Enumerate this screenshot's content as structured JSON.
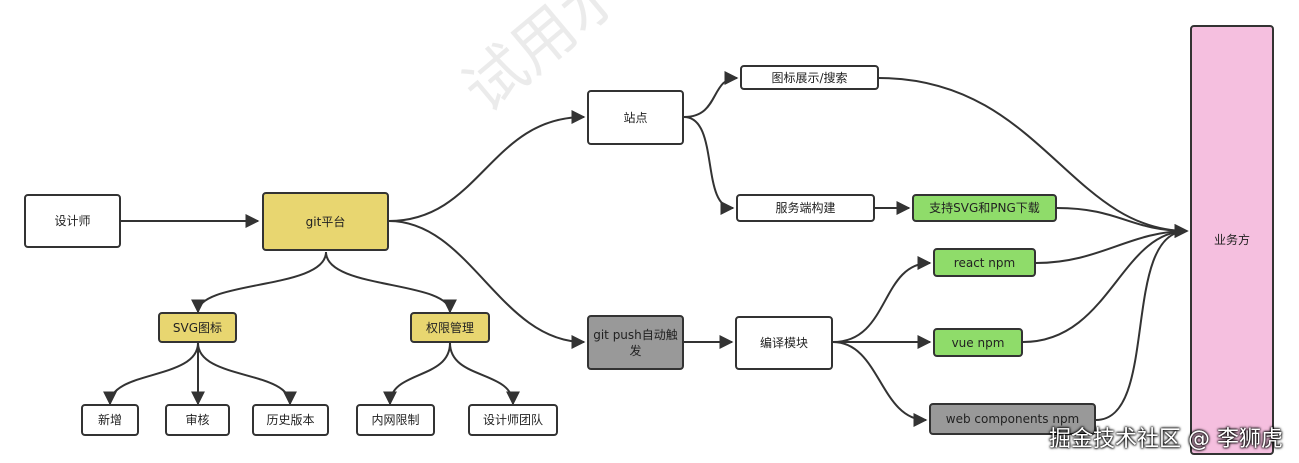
{
  "nodes": {
    "designer": "设计师",
    "git_platform": "git平台",
    "svg_icons": "SVG图标",
    "permissions": "权限管理",
    "add": "新增",
    "review": "审核",
    "history": "历史版本",
    "intranet": "内网限制",
    "designer_team": "设计师团队",
    "site": "站点",
    "icon_display": "图标展示/搜索",
    "server_build": "服务端构建",
    "svg_png_download": "支持SVG和PNG下载",
    "git_push": "git push自动触发",
    "compile": "编译模块",
    "react_npm": "react npm",
    "vue_npm": "vue npm",
    "web_components": "web components npm",
    "business": "业务方"
  },
  "watermark": "试用水印",
  "footer": "掘金技术社区 @ 李狮虎",
  "colors": {
    "yellow": "#e8d670",
    "green": "#8fdc6a",
    "gray": "#999999",
    "pink": "#f5bfdf",
    "border": "#333333"
  }
}
